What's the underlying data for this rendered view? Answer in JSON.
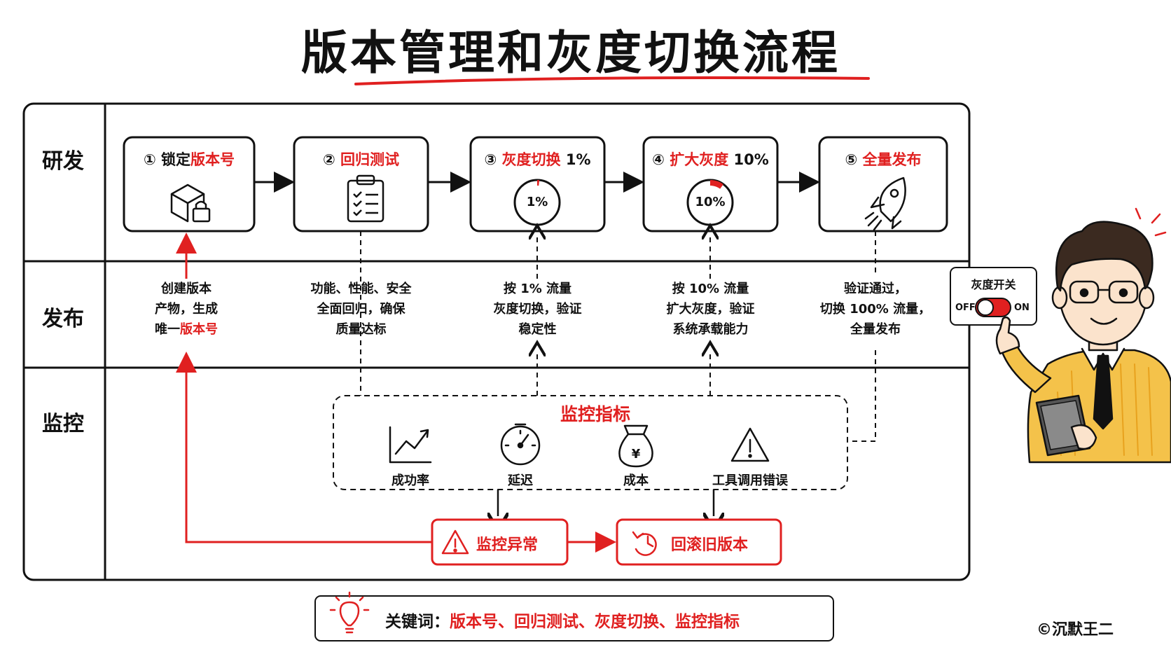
{
  "title": "版本管理和灰度切换流程",
  "lanes": [
    "研发",
    "发布",
    "监控"
  ],
  "steps": [
    {
      "num": "①",
      "plain": "锁定",
      "red": "版本号",
      "icon": "box-lock-icon"
    },
    {
      "num": "②",
      "plain": "",
      "red": "回归测试",
      "icon": "clipboard-checklist-icon"
    },
    {
      "num": "③",
      "plain": "",
      "red": "灰度切换",
      "suffix": " 1%",
      "icon": "progress-ring-icon",
      "ring_label": "1%",
      "ring_fraction": 0.01
    },
    {
      "num": "④",
      "plain": "",
      "red": "扩大灰度",
      "suffix": " 10%",
      "icon": "progress-ring-icon",
      "ring_label": "10%",
      "ring_fraction": 0.1
    },
    {
      "num": "⑤",
      "plain": "",
      "red": "全量发布",
      "icon": "rocket-icon"
    }
  ],
  "descriptions": [
    {
      "line1": "创建版本",
      "line2": "产物，生成",
      "line3_plain": "唯一",
      "line3_red": "版本号"
    },
    {
      "line1": "功能、性能、安全",
      "line2": "全面回归，确保",
      "line3_plain": "质量达标",
      "line3_red": ""
    },
    {
      "line1": "按 1% 流量",
      "line2": "灰度切换，验证",
      "line3_plain": "稳定性",
      "line3_red": ""
    },
    {
      "line1": "按 10% 流量",
      "line2": "扩大灰度，验证",
      "line3_plain": "系统承载能力",
      "line3_red": ""
    },
    {
      "line1": "验证通过，",
      "line2": "切换 100% 流量，",
      "line3_plain": "全量发布",
      "line3_red": ""
    }
  ],
  "monitor": {
    "title": "监控指标",
    "metrics": [
      {
        "label": "成功率",
        "icon": "line-chart-icon"
      },
      {
        "label": "延迟",
        "icon": "stopwatch-icon"
      },
      {
        "label": "成本",
        "icon": "money-bag-icon"
      },
      {
        "label": "工具调用错误",
        "icon": "warning-icon"
      }
    ],
    "currency_symbol": "¥"
  },
  "alert": {
    "label": "监控异常",
    "icon": "warning-icon"
  },
  "rollback": {
    "label": "回滚旧版本",
    "icon": "undo-clock-icon"
  },
  "keywords": {
    "prefix": "关键词：",
    "terms": "版本号、回归测试、灰度切换、监控指标",
    "icon": "lightbulb-icon"
  },
  "switch": {
    "title": "灰度开关",
    "off": "OFF",
    "on": "ON",
    "state": "on"
  },
  "watermark": "©沉默王二",
  "colors": {
    "accent": "#e02020",
    "ink": "#111111",
    "shirt": "#f4c24a"
  }
}
